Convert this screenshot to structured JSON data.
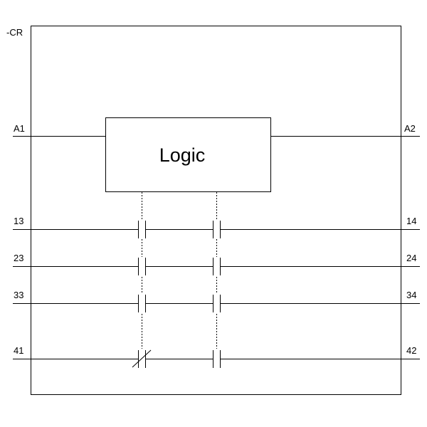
{
  "device_tag": "-CR",
  "logic_label": "Logic",
  "coil_terminals": {
    "left": "A1",
    "right": "A2"
  },
  "contact_rows": [
    {
      "left": "13",
      "right": "14",
      "contact_1": "NO",
      "contact_2": "NO"
    },
    {
      "left": "23",
      "right": "24",
      "contact_1": "NO",
      "contact_2": "NO"
    },
    {
      "left": "33",
      "right": "34",
      "contact_1": "NO",
      "contact_2": "NO"
    },
    {
      "left": "41",
      "right": "42",
      "contact_1": "NC",
      "contact_2": "NO"
    }
  ],
  "colors": {
    "stroke": "#000000",
    "background": "#ffffff"
  }
}
